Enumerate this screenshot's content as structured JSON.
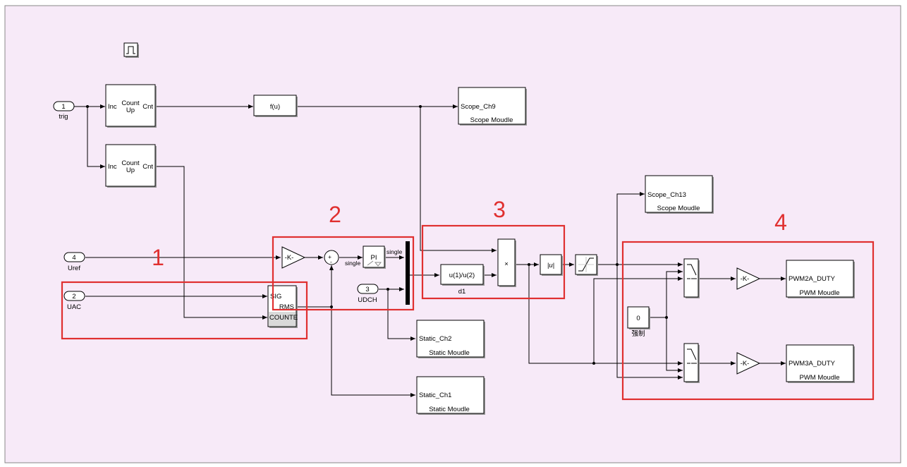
{
  "diagram": {
    "ports": {
      "trig": {
        "num": "1",
        "label": "trig"
      },
      "uref": {
        "num": "4",
        "label": "Uref"
      },
      "uac": {
        "num": "2",
        "label": "UAC"
      },
      "udch": {
        "num": "3",
        "label": "UDCH"
      }
    },
    "counter1": {
      "inc": "Inc",
      "count": "Count",
      "up": "Up",
      "cnt": "Cnt"
    },
    "counter2": {
      "inc": "Inc",
      "count": "Count",
      "up": "Up",
      "cnt": "Cnt"
    },
    "fcn": "f(u)",
    "scope_ch9": {
      "name": "Scope_Ch9",
      "sub": "Scope Moudle"
    },
    "scope_ch13": {
      "name": "Scope_Ch13",
      "sub": "Scope Moudle"
    },
    "rms_block": {
      "sig": "SIG",
      "rms": "RMS",
      "counter": "COUNTE"
    },
    "gain_k": "-K-",
    "sum_signs": {
      "plus": "+",
      "minus": "-"
    },
    "pi_label": "PI",
    "single1": "single",
    "single2": "single",
    "divide": {
      "expr": "u(1)/u(2)",
      "label": "d1"
    },
    "product": "×",
    "abs": "|u|",
    "static_ch2": {
      "name": "Static_Ch2",
      "sub": "Static Moudle"
    },
    "static_ch1": {
      "name": "Static_Ch1",
      "sub": "Static Moudle"
    },
    "const0": {
      "value": "0",
      "label": "强制"
    },
    "gain_pwm2": "-K-",
    "gain_pwm3": "-K-",
    "pwm2": {
      "name": "PWM2A_DUTY",
      "sub": "PWM Moudle"
    },
    "pwm3": {
      "name": "PWM3A_DUTY",
      "sub": "PWM Moudle"
    },
    "annotations": [
      "1",
      "2",
      "3",
      "4"
    ]
  },
  "colors": {
    "background": "#f7eaf8",
    "highlight": "#e03030",
    "block_fill": "#ffffff"
  }
}
